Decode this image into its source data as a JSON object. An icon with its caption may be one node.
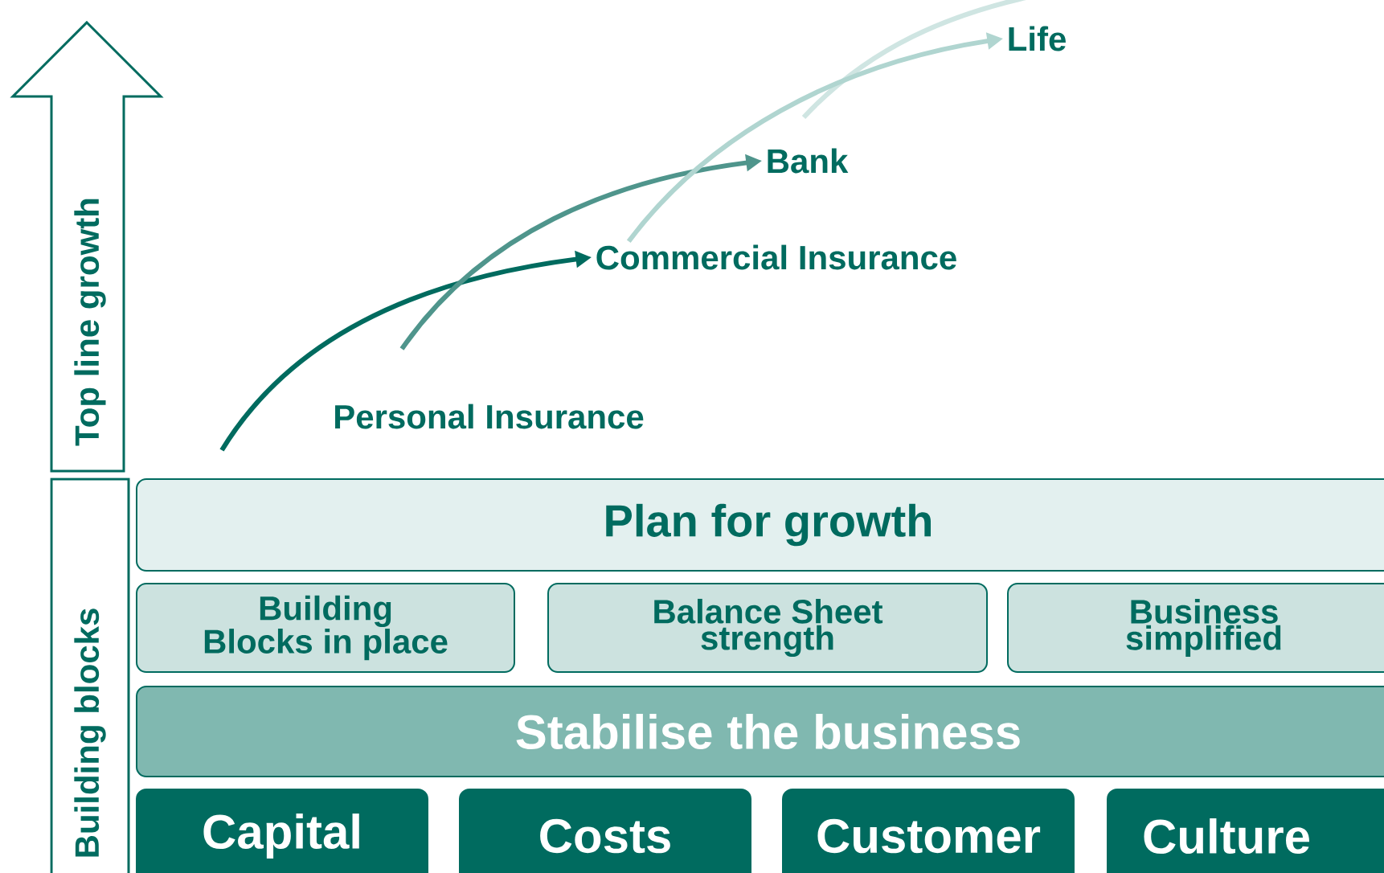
{
  "diagram": {
    "nodes": [
      {
        "text": [
          "Top line growth"
        ]
      },
      {
        "text": [
          "Building blocks"
        ]
      },
      {
        "text": [
          "Plan for growth"
        ]
      },
      {
        "text": [
          "Building Blocks in place"
        ]
      },
      {
        "text": [
          "Balance Sheet strength"
        ]
      },
      {
        "text": [
          "Business simplified"
        ]
      },
      {
        "text": [
          "Stabilise the business"
        ]
      },
      {
        "text": [
          "Capital"
        ]
      },
      {
        "text": [
          "Costs"
        ]
      },
      {
        "text": [
          "Customer"
        ]
      },
      {
        "text": [
          "Culture"
        ]
      },
      {
        "text": [
          "Commercial Insurance"
        ]
      },
      {
        "text": [
          "Bank"
        ]
      },
      {
        "text": [
          "Life"
        ]
      }
    ],
    "edges": [
      {
        "from": null,
        "to": 11,
        "arrow": "to",
        "color": "#006b5f"
      },
      {
        "from": null,
        "to": 12,
        "arrow": "to",
        "color": "#4f958c"
      },
      {
        "from": 11,
        "to": 13,
        "arrow": "to",
        "color": "#b0d5d0"
      }
    ],
    "labels": [
      "Personal Insurance"
    ]
  }
}
